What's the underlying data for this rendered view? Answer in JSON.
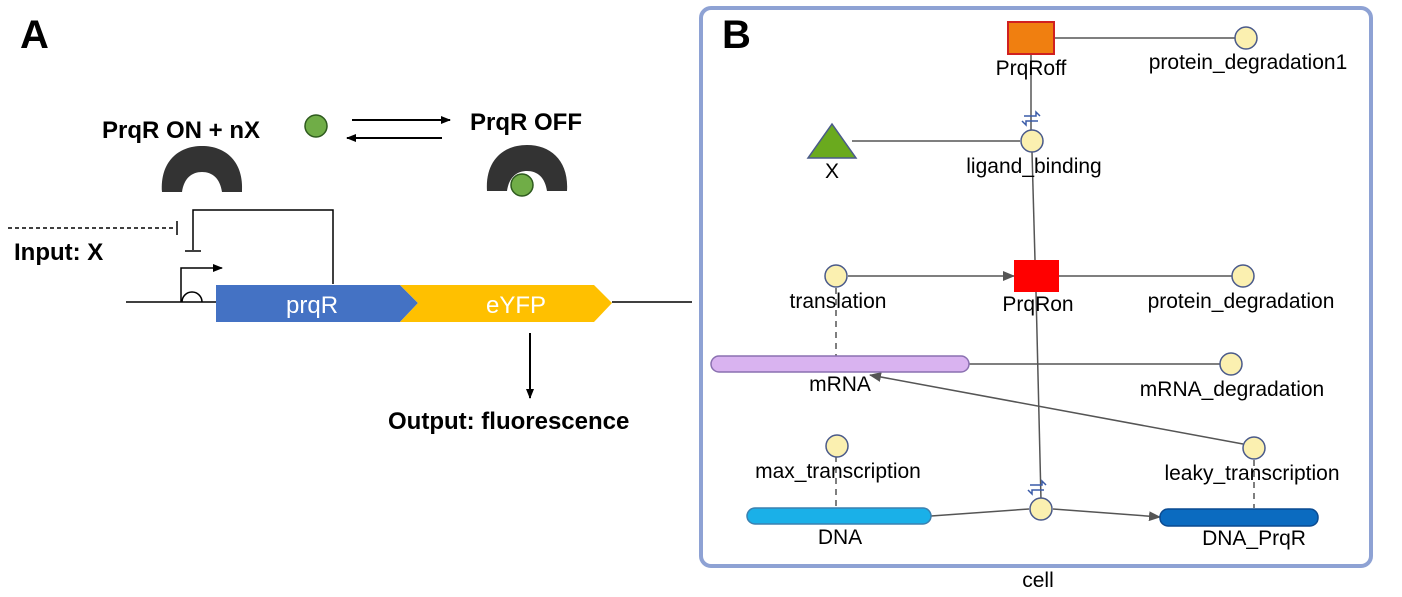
{
  "panel_a": {
    "letter": "A",
    "prqr_on_label": "PrqR ON + nX",
    "prqr_off_label": "PrqR OFF",
    "input_label": "Input: X",
    "gene1_label": "prqR",
    "gene2_label": "eYFP",
    "output_label": "Output: fluorescence",
    "colors": {
      "prqr_gene": "#4472c4",
      "eyfp_gene": "#ffc000",
      "ligand": "#70ad47",
      "repressor": "#333333"
    }
  },
  "panel_b": {
    "letter": "B",
    "compartment_label": "cell",
    "species": {
      "prqroff": "PrqRoff",
      "x": "X",
      "prqron": "PrqRon",
      "mrna": "mRNA",
      "dna": "DNA",
      "dna_prqr": "DNA_PrqR"
    },
    "reactions": {
      "protein_degradation1": "protein_degradation1",
      "ligand_binding": "ligand_binding",
      "translation": "translation",
      "protein_degradation": "protein_degradation",
      "mrna_degradation": "mRNA_degradation",
      "max_transcription": "max_transcription",
      "leaky_transcription": "leaky_transcription"
    },
    "colors": {
      "border": "#8ea2d4",
      "prqroff": "#f07f10",
      "prqron": "#ff0000",
      "x": "#6aaa1e",
      "mrna": "#d9b3f0",
      "dna": "#1ab0e8",
      "dna_prqr": "#0b6bc0",
      "reaction_node": "#fbf0b0"
    }
  }
}
